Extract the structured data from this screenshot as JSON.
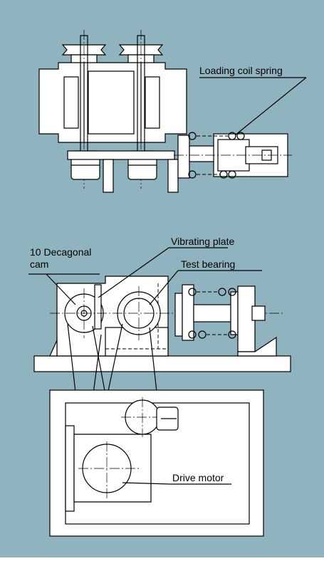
{
  "colors": {
    "background": "#8fb3bf",
    "line": "#000000",
    "fill": "#ffffff"
  },
  "labels": {
    "loading_coil_spring": "Loading coil spring",
    "vibrating_plate": "Vibrating plate",
    "decagonal_cam_line1": "10 Decagonal",
    "decagonal_cam_line2": "cam",
    "test_bearing": "Test bearing",
    "drive_motor": "Drive motor"
  }
}
